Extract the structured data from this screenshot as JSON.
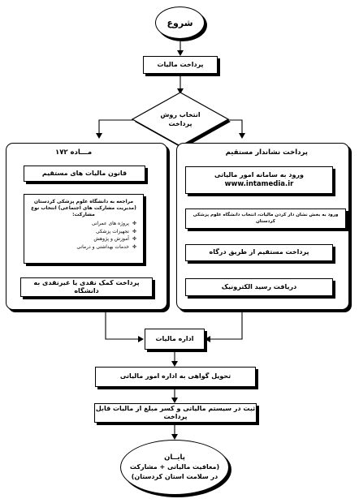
{
  "start": "شروع",
  "tax_payment": "پرداخت مالیات",
  "decision": {
    "line1": "انتخاب روش",
    "line2": "پرداخت"
  },
  "left_panel": {
    "title": "مـــاده ۱۷۲",
    "law": "قانون مالیات های مستقیم",
    "info_header_line1": "مراجعه به دانشگاه علوم پزشکی کردستان",
    "info_header_line2": "(مدیریت مشارکت های اجتماعی) انتخاب نوع مشارکت:",
    "items": [
      "پروژه های عمرانی",
      "تجهیزات پزشکی",
      "آموزش و پژوهش",
      "خدمات بهداشتی و درمانی"
    ],
    "cash_payment": "پرداخت کمک نقدی یا غیرنقدی به دانشگاه"
  },
  "right_panel": {
    "title": "پرداخت نشاندار مستقیم",
    "portal_line1": "ورود به سامانه امور مالیاتی",
    "portal_line2": "www.intamedia.ir",
    "select_univ": "ورود به بخش نشان دار کردن مالیات، انتخاب دانشگاه علوم پزشکی کردستان",
    "gateway": "پرداخت مستقیم از طریق درگاه",
    "receipt": "دریافت رسید الکترونیک"
  },
  "tax_office": "اداره مالیات",
  "certificate": "تحویل گواهی به اداره امور مالیاتی",
  "register": "ثبت در سیستم مالیاتی و کسر مبلغ از مالیات قابل پرداخت",
  "end": {
    "line1": "پایــان",
    "line2": "(معافیت مالیاتی + مشارکت",
    "line3": "در سلامت استان کردستان)"
  }
}
